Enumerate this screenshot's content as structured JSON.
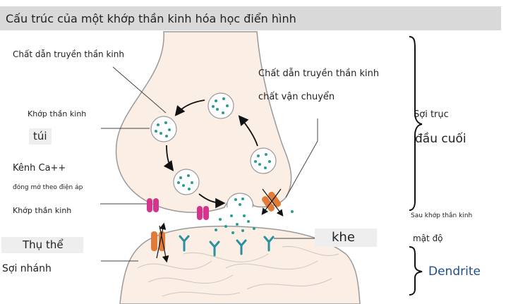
{
  "title": "Cấu trúc của một khớp thần kinh hóa học điển hình",
  "labels": {
    "neurotransmitter": "Chất dẫn truyền thần kinh",
    "synaptic_vesicle_1": "Khớp thần kinh",
    "synaptic_vesicle_2": "túi",
    "ca_channel": "Kênh Ca++",
    "voltage_gated": "đóng mở theo điện áp",
    "synapse_membrane": "Khớp thần kinh",
    "receptor": "Thụ thể",
    "dendrite_left": "Sợi nhánh",
    "transporter_1": "Chất dẫn truyền thần kinh",
    "transporter_2": "chất vận chuyển",
    "axon": "Sợi trục",
    "terminal": "đầu cuối",
    "postsynaptic": "Sau khớp thần kinh",
    "density": "mật độ",
    "cleft": "khe",
    "dendrite_right": "Dendrite"
  },
  "colors": {
    "neuron": "#fbeee4",
    "neuron_stroke": "#9a9a9a",
    "vesicle_dot": "#2a9d8f",
    "magenta_channel": "#d6338c",
    "orange_channel": "#e07b39",
    "receptor_teal": "#2a8fa0",
    "label_box": "#eeeeee",
    "dendrite_text": "#1f4e8c"
  }
}
